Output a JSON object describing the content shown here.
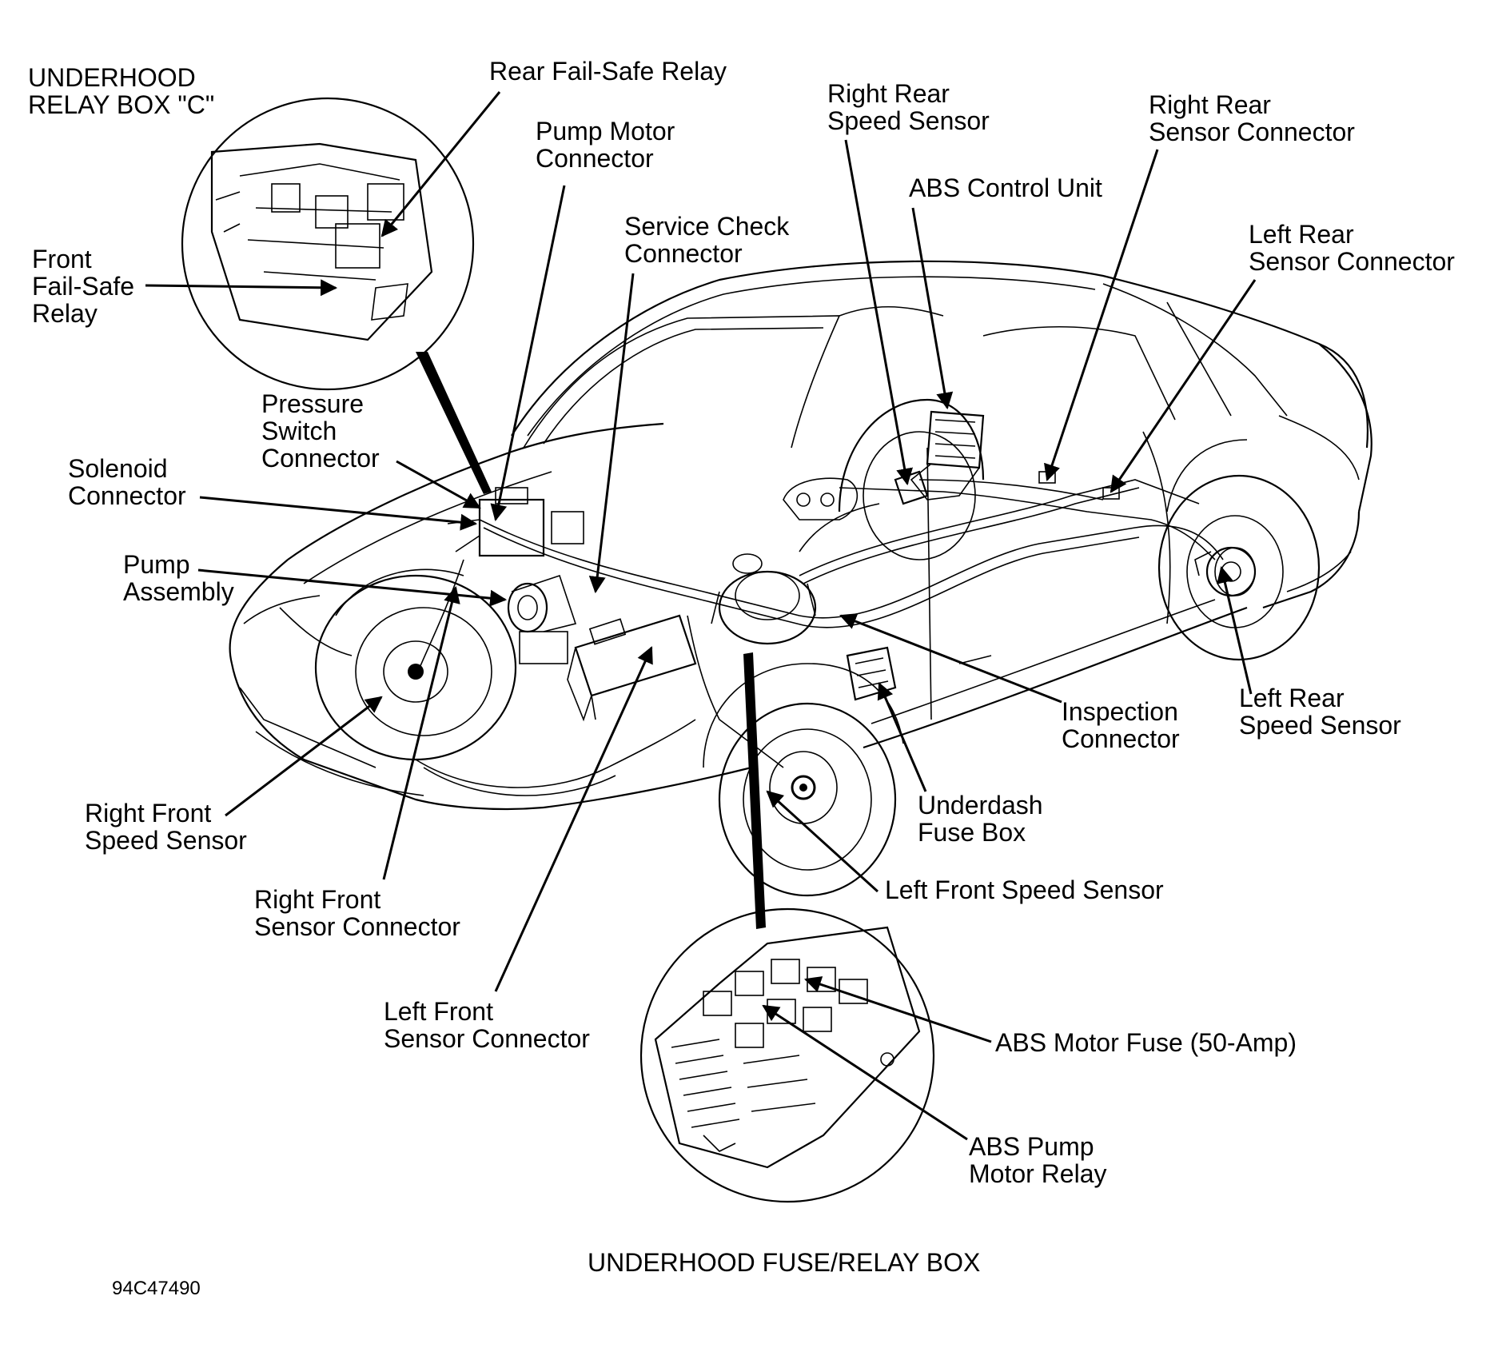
{
  "labels": {
    "relay_box_c": "UNDERHOOD\nRELAY BOX \"C\"",
    "rear_fail_safe_relay": "Rear Fail-Safe Relay",
    "front_fail_safe_relay": "Front\nFail-Safe\nRelay",
    "pump_motor_connector": "Pump Motor\nConnector",
    "service_check_connector": "Service Check\nConnector",
    "right_rear_speed_sensor": "Right Rear\nSpeed Sensor",
    "abs_control_unit": "ABS Control Unit",
    "right_rear_sensor_connector": "Right Rear\nSensor Connector",
    "left_rear_sensor_connector": "Left Rear\nSensor Connector",
    "pressure_switch_connector": "Pressure\nSwitch\nConnector",
    "solenoid_connector": "Solenoid\nConnector",
    "pump_assembly": "Pump\nAssembly",
    "inspection_connector": "Inspection\nConnector",
    "left_rear_speed_sensor": "Left Rear\nSpeed Sensor",
    "underdash_fuse_box": "Underdash\nFuse Box",
    "right_front_speed_sensor": "Right Front\nSpeed Sensor",
    "right_front_sensor_connector": "Right Front\nSensor Connector",
    "left_front_speed_sensor": "Left Front Speed Sensor",
    "left_front_sensor_connector": "Left Front\nSensor Connector",
    "abs_motor_fuse": "ABS Motor Fuse (50-Amp)",
    "abs_pump_motor_relay": "ABS Pump\nMotor Relay",
    "underhood_fuse_relay_box": "UNDERHOOD FUSE/RELAY BOX",
    "figure_code": "94C47490"
  }
}
